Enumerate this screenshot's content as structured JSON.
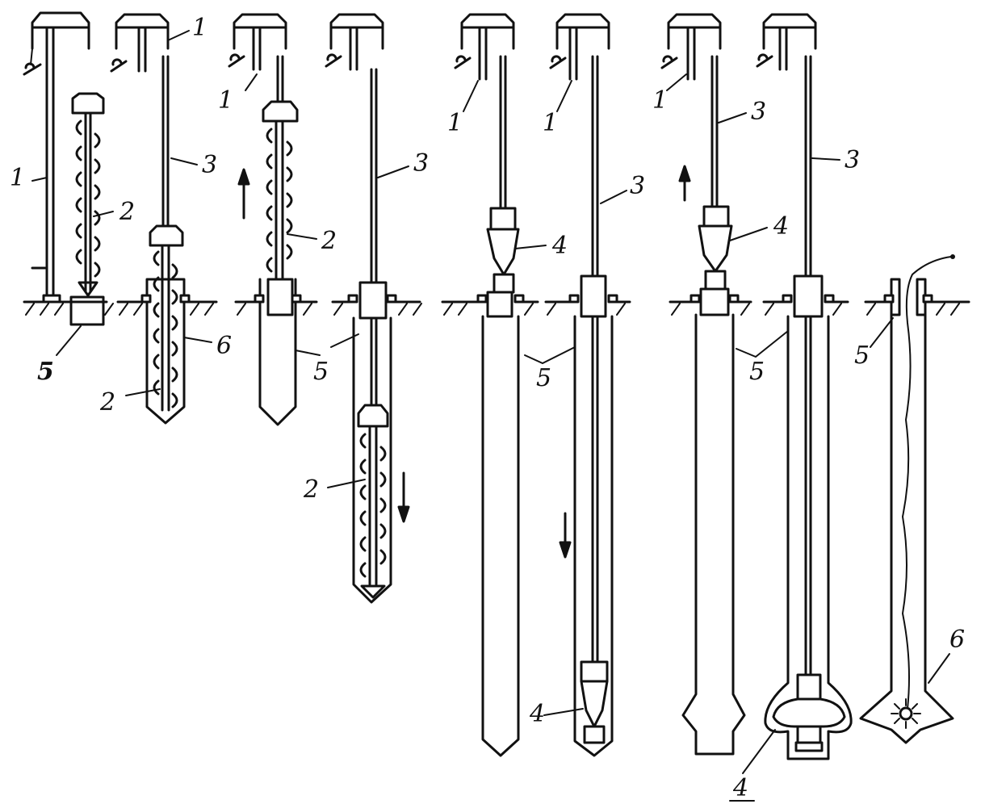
{
  "diagram": {
    "callouts": {
      "guide_frame": "1",
      "auger": "2",
      "rod": "3",
      "reamer": "4",
      "casing": "5",
      "charge": "6"
    },
    "stages": [
      {
        "name": "stage-1-auger-lowering"
      },
      {
        "name": "stage-2-drilling"
      },
      {
        "name": "stage-3-auger-lifting"
      },
      {
        "name": "stage-4-auger-deepening"
      },
      {
        "name": "stage-5-reamer-lowering"
      },
      {
        "name": "stage-6-reamer-at-bottom"
      },
      {
        "name": "stage-7-reamer-lifting"
      },
      {
        "name": "stage-8-widening"
      },
      {
        "name": "stage-9-charge-placed"
      }
    ]
  }
}
